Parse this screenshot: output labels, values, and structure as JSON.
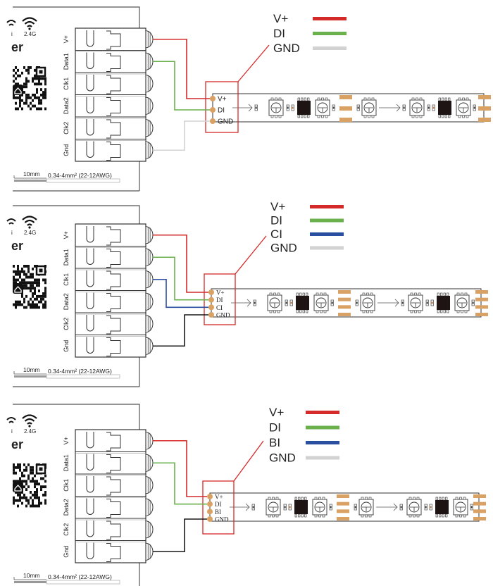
{
  "colors": {
    "vplus": "#d42a2a",
    "di": "#6ab04c",
    "ci": "#2a4fa0",
    "bi": "#2a4fa0",
    "gnd_light": "#d2d2d2",
    "gnd_dark": "#1a1a1a",
    "callout": "#d42a2a",
    "pad": "#d9a264",
    "chip": "#1e1414"
  },
  "controller": {
    "wifi_label_partial": "i",
    "wifi_band": "2.4G",
    "title_fragment": "er",
    "terminals": [
      "V+",
      "Data1",
      "Clk1",
      "Data2",
      "Clk2",
      "Gnd"
    ],
    "strip_length_label": "10mm",
    "wire_gauge_label": "0.34-4mm² (22-12AWG)"
  },
  "panels": [
    {
      "id": "panel-1",
      "legend": [
        {
          "label": "V+",
          "color_key": "vplus"
        },
        {
          "label": "DI",
          "color_key": "di"
        },
        {
          "label": "GND",
          "color_key": "gnd_light"
        }
      ],
      "strip_pins": [
        "V+",
        "DI",
        "GND"
      ],
      "wires": [
        {
          "from": "V+",
          "to": "V+",
          "color_key": "vplus"
        },
        {
          "from": "Data1",
          "to": "DI",
          "color_key": "di"
        },
        {
          "from": "Gnd",
          "to": "GND",
          "color_key": "gnd_light"
        }
      ]
    },
    {
      "id": "panel-2",
      "legend": [
        {
          "label": "V+",
          "color_key": "vplus"
        },
        {
          "label": "DI",
          "color_key": "di"
        },
        {
          "label": "CI",
          "color_key": "ci"
        },
        {
          "label": "GND",
          "color_key": "gnd_light"
        }
      ],
      "strip_pins": [
        "V+",
        "DI",
        "CI",
        "GND"
      ],
      "wires": [
        {
          "from": "V+",
          "to": "V+",
          "color_key": "vplus"
        },
        {
          "from": "Data1",
          "to": "DI",
          "color_key": "di"
        },
        {
          "from": "Clk1",
          "to": "CI",
          "color_key": "ci"
        },
        {
          "from": "Gnd",
          "to": "GND",
          "color_key": "gnd_dark"
        }
      ]
    },
    {
      "id": "panel-3",
      "legend": [
        {
          "label": "V+",
          "color_key": "vplus"
        },
        {
          "label": "DI",
          "color_key": "di"
        },
        {
          "label": "BI",
          "color_key": "bi"
        },
        {
          "label": "GND",
          "color_key": "gnd_light"
        }
      ],
      "strip_pins": [
        "V+",
        "DI",
        "BI",
        "GND"
      ],
      "wires": [
        {
          "from": "V+",
          "to": "V+",
          "color_key": "vplus"
        },
        {
          "from": "Data1",
          "to": "DI",
          "color_key": "di"
        },
        {
          "from": "Gnd",
          "to": "GND",
          "color_key": "gnd_dark"
        }
      ]
    }
  ]
}
